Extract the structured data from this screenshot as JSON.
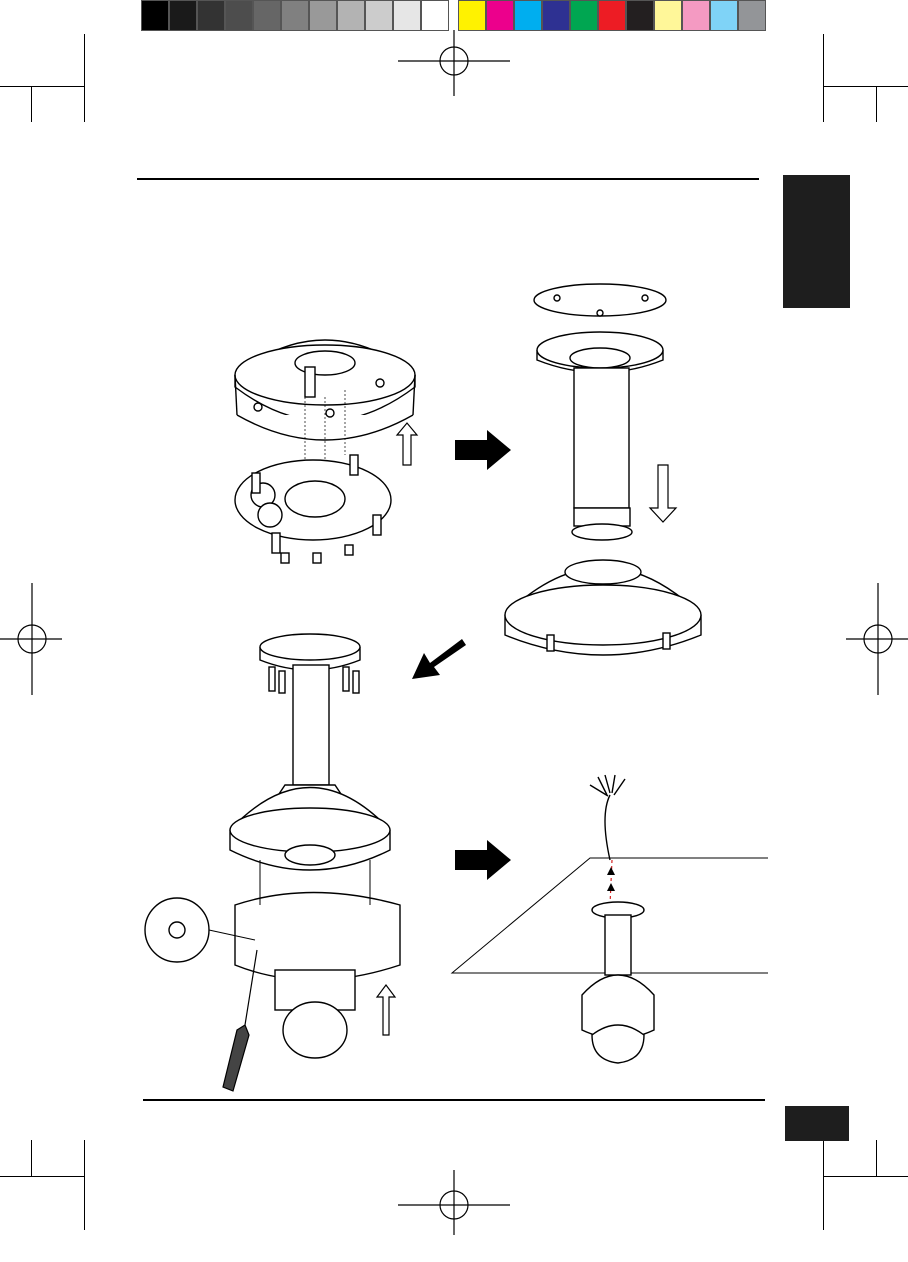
{
  "print_marks": {
    "grayscale_swatches": [
      "#000000",
      "#1a1a1a",
      "#333333",
      "#4d4d4d",
      "#666666",
      "#808080",
      "#999999",
      "#b3b3b3",
      "#cccccc",
      "#e6e6e6",
      "#ffffff"
    ],
    "color_swatches": [
      "#fff200",
      "#ec008c",
      "#00aeef",
      "#2e3192",
      "#00a651",
      "#ed1c24",
      "#231f20",
      "#fff799",
      "#f49ac2",
      "#7fd3f7",
      "#939598"
    ]
  },
  "colors": {
    "ink": "#000000",
    "tab": "#1e1e1e",
    "cable_dash": "#d22222"
  },
  "figures": [
    {
      "name": "base-plate-removal",
      "icon": "dome-housing-exploded"
    },
    {
      "name": "pendant-mount-attach",
      "icon": "pendant-tube-mount"
    },
    {
      "name": "camera-fasten",
      "icon": "camera-screwdriver"
    },
    {
      "name": "ceiling-install",
      "icon": "ceiling-mounted-camera"
    }
  ]
}
